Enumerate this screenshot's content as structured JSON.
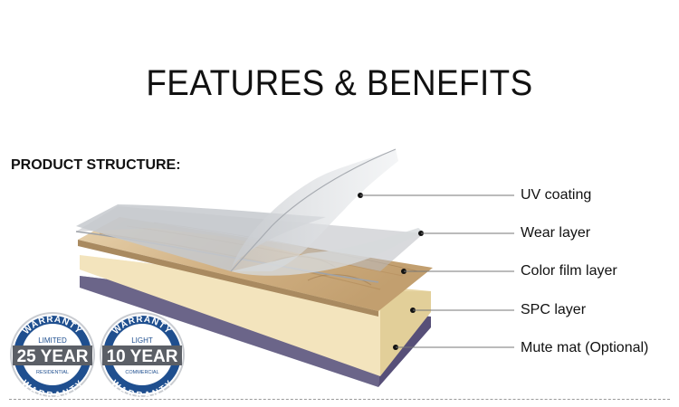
{
  "header": {
    "title": "FEATURES & BENEFITS"
  },
  "section": {
    "subtitle": "PRODUCT STRUCTURE:"
  },
  "layers": [
    {
      "label": "UV coating"
    },
    {
      "label": "Wear layer"
    },
    {
      "label": "Color film layer"
    },
    {
      "label": "SPC layer"
    },
    {
      "label": "Mute mat (Optional)"
    }
  ],
  "badges": [
    {
      "top": "WARRANTY",
      "tier": "LIMITED",
      "years": "25 YEAR",
      "type": "RESIDENTIAL",
      "bottom": "WARRANTY",
      "color": "#1f4f8f"
    },
    {
      "top": "WARRANTY",
      "tier": "LIGHT",
      "years": "10 YEAR",
      "type": "COMMERCIAL",
      "bottom": "WARRANTY",
      "color": "#1f4f8f"
    }
  ]
}
